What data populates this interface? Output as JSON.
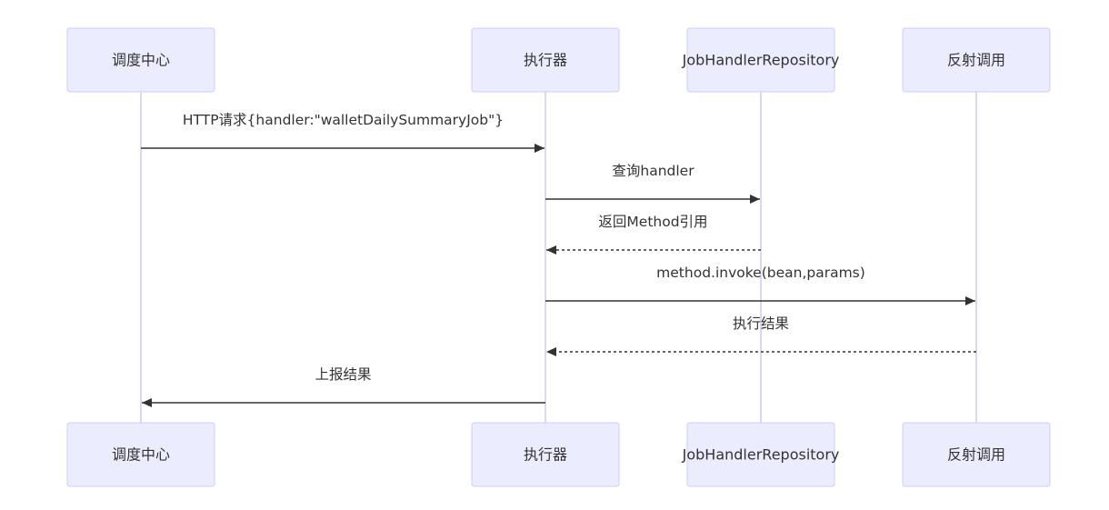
{
  "diagram": {
    "type": "sequence",
    "colors": {
      "actor_fill": "#ECECFF",
      "actor_border": "#CCCCFF",
      "lifeline": "#DDD6F5",
      "text": "#333333",
      "arrow": "#333333"
    },
    "participants": [
      {
        "id": "scheduler",
        "label": "调度中心"
      },
      {
        "id": "executor",
        "label": "执行器"
      },
      {
        "id": "repo",
        "label": "JobHandlerRepository"
      },
      {
        "id": "reflect",
        "label": "反射调用"
      }
    ],
    "messages": [
      {
        "from": "scheduler",
        "to": "executor",
        "label": "HTTP请求{handler:\"walletDailySummaryJob\"}",
        "style": "solid"
      },
      {
        "from": "executor",
        "to": "repo",
        "label": "查询handler",
        "style": "solid"
      },
      {
        "from": "repo",
        "to": "executor",
        "label": "返回Method引用",
        "style": "dashed"
      },
      {
        "from": "executor",
        "to": "reflect",
        "label": "method.invoke(bean,params)",
        "style": "solid"
      },
      {
        "from": "reflect",
        "to": "executor",
        "label": "执行结果",
        "style": "dashed"
      },
      {
        "from": "executor",
        "to": "scheduler",
        "label": "上报结果",
        "style": "solid"
      }
    ]
  }
}
